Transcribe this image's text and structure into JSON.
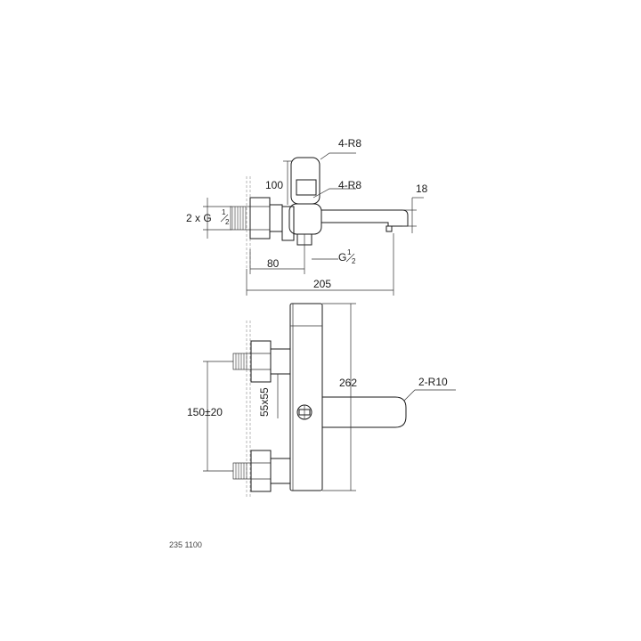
{
  "drawing": {
    "line_color": "#1a1a1a",
    "top_view": {
      "radius_top": "4-R8",
      "radius_mid": "4-R8",
      "dim_height": "100",
      "dim_spout_height": "18",
      "inlet_prefix": "2 x G",
      "inlet_num": "1",
      "inlet_den": "2",
      "outlet_prefix": "G",
      "outlet_num": "1",
      "outlet_den": "2",
      "dim_projection": "80",
      "dim_total": "205"
    },
    "front_view": {
      "dim_body_height": "262",
      "spout_radius": "2-R10",
      "dim_square": "55x55",
      "dim_centers": "150±20"
    },
    "product_code": "235 1100"
  }
}
